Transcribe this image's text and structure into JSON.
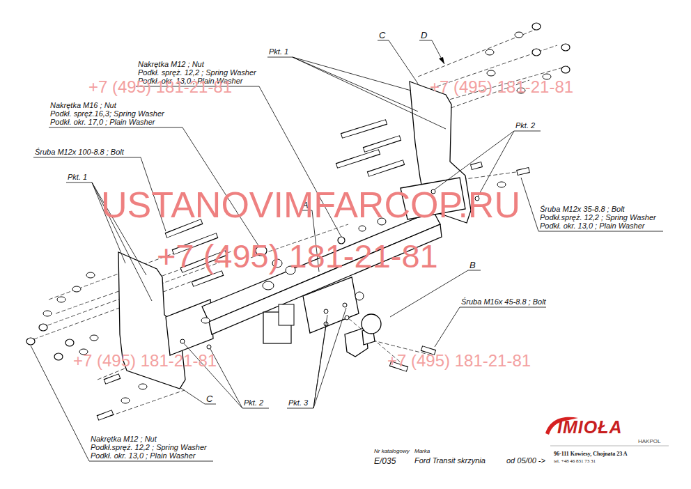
{
  "diagram": {
    "labels": [
      "Nakrętka M12 ; Nut",
      "Podkł. spręż. 12,2 ; Spring Washer",
      "Podkł. okr. 13,0 ; Plain Washer",
      "Nakrętka M16 ; Nut",
      "Podkł. spręż.16,3; Spring Washer",
      "Podkł. okr. 17,0 ; Plain Washer",
      "Śruba M12x 100-8.8 ; Bolt",
      "Pkt. 1",
      "C",
      "D",
      "Pkt. 1",
      "Pkt. 2",
      "Śruba M12x 35-8.8 ; Bolt",
      "Podkł.spręż. 12,2 ; Spring Washer",
      "Podkł. okr. 13,0 ; Plain Washer",
      "A",
      "B",
      "Śruba M16x 45-8.8 ; Bolt",
      "C",
      "Pkt. 2",
      "Pkt. 3",
      "Nakrętka M12 ; Nut",
      "Podkł.spręż. 12,2 ; Spring Washer",
      "Podkł. okr. 13,0 ; Plain Washer",
      "Nr katalogowy",
      "Marka",
      "E/035",
      "Ford Transit skrzynia",
      "od 05/00 ->",
      "IMIOŁA",
      "HAKPOL",
      "96-111 Kowiesy, Chojnata 23 A",
      "tel. +48 46 831 73 31",
      "+7 (495) 181-21-81",
      "+7 (495) 181-21-81",
      "+7 (495) 181-21-81",
      "+7 (495) 181-21-81",
      "USTANOVIMFARCOP.RU",
      "+7 (495) 181-21-81"
    ]
  }
}
